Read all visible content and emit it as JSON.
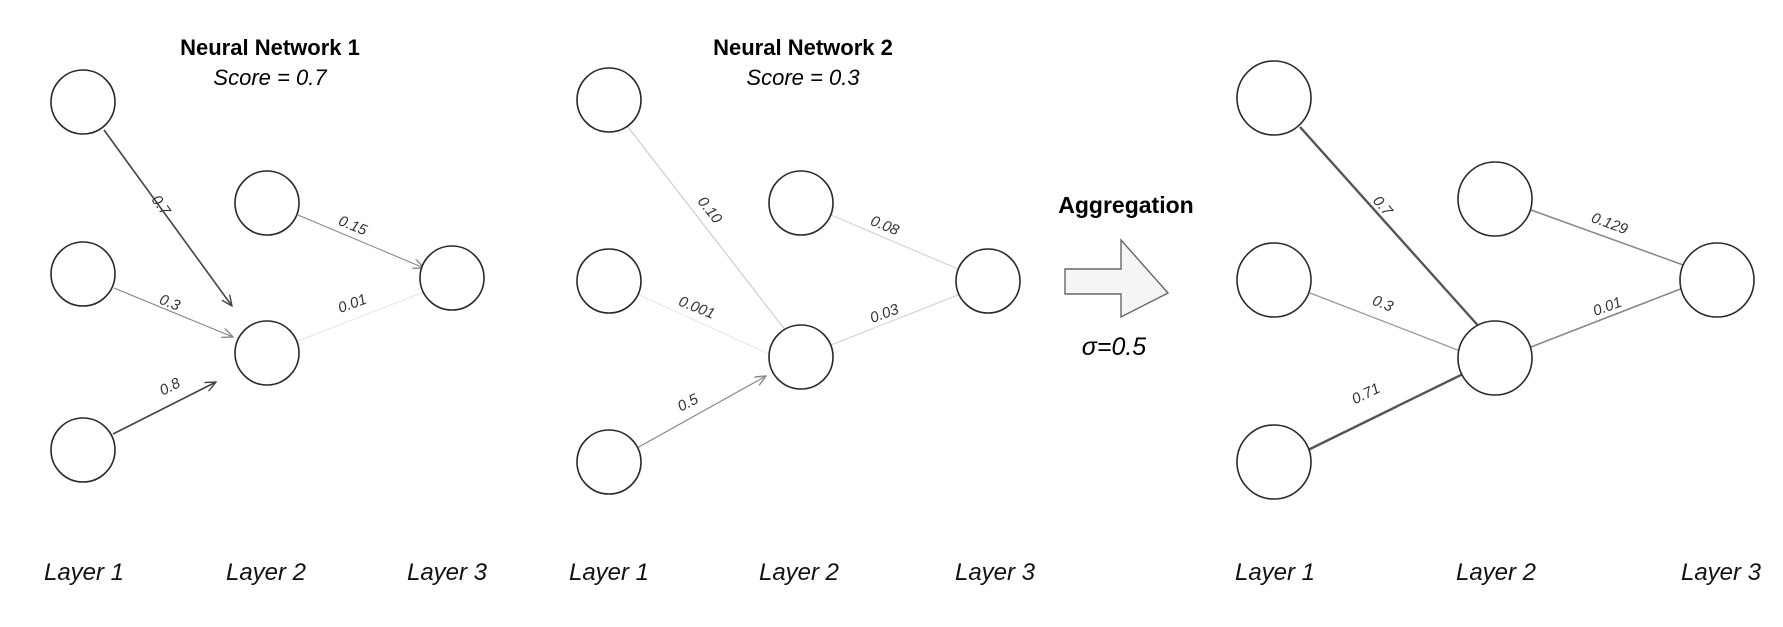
{
  "network1": {
    "title": "Neural Network 1",
    "score": "Score = 0.7",
    "weights": {
      "l1a_l2b": "0.7",
      "l1b_l2b": "0.3",
      "l1c_l2b": "0.8",
      "l2a_l3": "0.15",
      "l2b_l3": "0.01"
    },
    "layers": [
      "Layer 1",
      "Layer 2",
      "Layer 3"
    ]
  },
  "network2": {
    "title": "Neural Network 2",
    "score": "Score = 0.3",
    "weights": {
      "l1a_l2b": "0.10",
      "l1b_l2b": "0.001",
      "l1c_l2b": "0.5",
      "l2a_l3": "0.08",
      "l2b_l3": "0.03"
    },
    "layers": [
      "Layer 1",
      "Layer 2",
      "Layer 3"
    ]
  },
  "aggregation": {
    "label": "Aggregation",
    "sigma": "σ=0.5"
  },
  "result": {
    "weights": {
      "l1a_l2b": "0.7",
      "l1b_l2b": "0.3",
      "l1c_l2b": "0.71",
      "l2a_l3": "0.129",
      "l2b_l3": "0.01"
    },
    "layers": [
      "Layer 1",
      "Layer 2",
      "Layer 3"
    ]
  }
}
